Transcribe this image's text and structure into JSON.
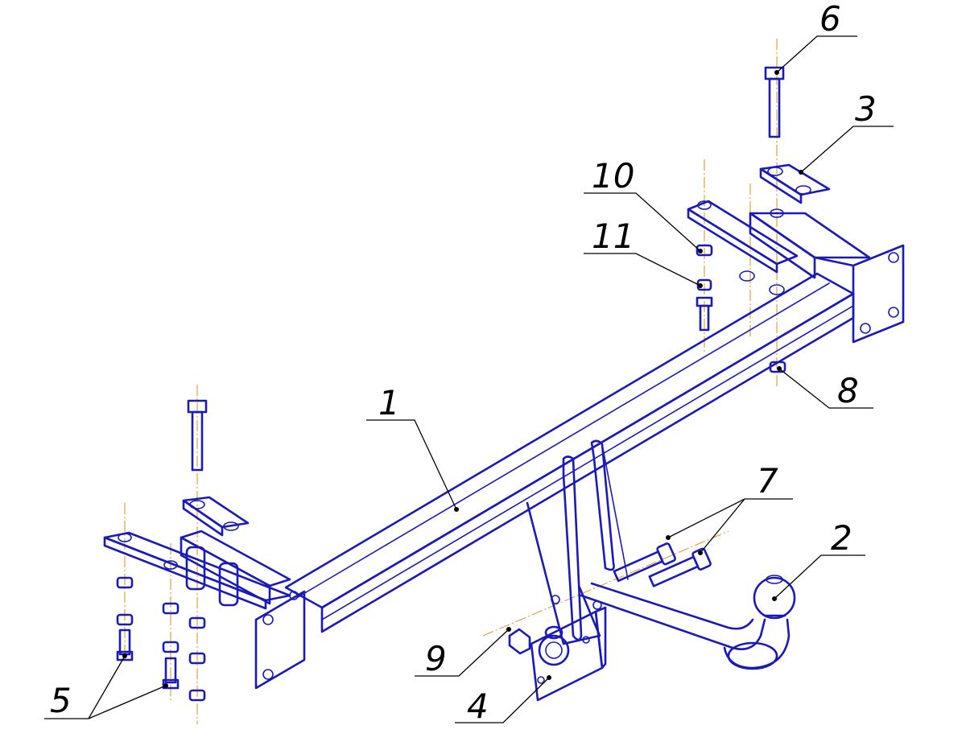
{
  "callouts": [
    {
      "id": "1",
      "label": "1"
    },
    {
      "id": "2",
      "label": "2"
    },
    {
      "id": "3",
      "label": "3"
    },
    {
      "id": "4",
      "label": "4"
    },
    {
      "id": "5",
      "label": "5"
    },
    {
      "id": "6",
      "label": "6"
    },
    {
      "id": "7",
      "label": "7"
    },
    {
      "id": "8",
      "label": "8"
    },
    {
      "id": "9",
      "label": "9"
    },
    {
      "id": "10",
      "label": "10"
    },
    {
      "id": "11",
      "label": "11"
    }
  ],
  "colors": {
    "drawing": "#1a1ab8",
    "axis": "#e0a040",
    "leader": "#000000",
    "background": "#ffffff"
  }
}
